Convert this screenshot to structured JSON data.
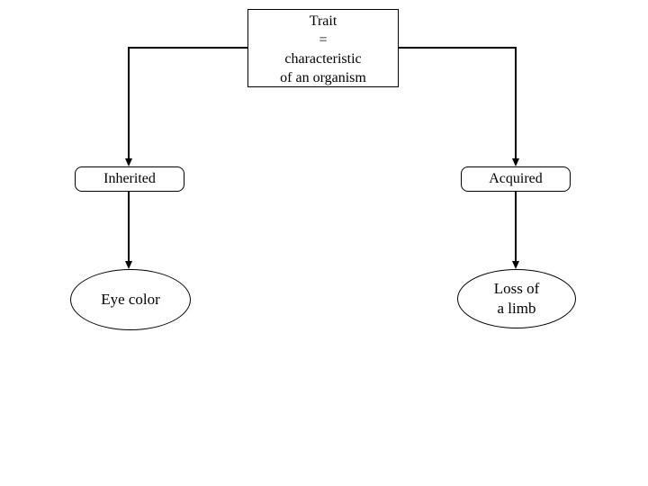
{
  "diagram": {
    "root": {
      "lines": [
        "Trait",
        "=",
        "characteristic",
        "of an organism"
      ]
    },
    "left_branch": {
      "category": "Inherited",
      "example_lines": [
        "Eye color"
      ]
    },
    "right_branch": {
      "category": "Acquired",
      "example_lines": [
        "Loss of",
        "a limb"
      ]
    },
    "colors": {
      "stroke": "#000000",
      "fill": "#ffffff",
      "text": "#000000"
    }
  }
}
